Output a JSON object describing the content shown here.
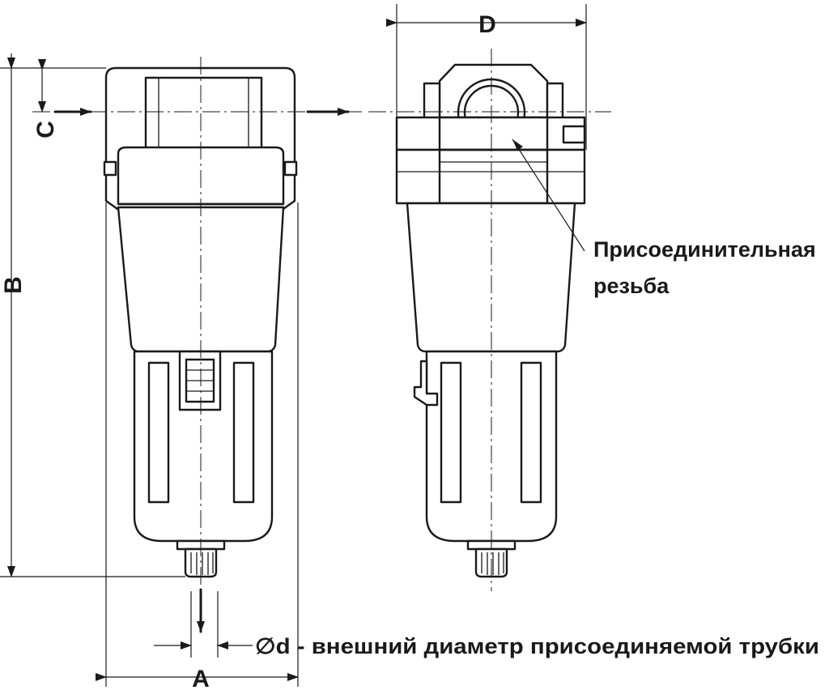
{
  "dimensions": {
    "a": "A",
    "b": "B",
    "c": "C",
    "d": "D"
  },
  "labels": {
    "thread_line1": "Присоединительная",
    "thread_line2": "резьба",
    "tube_note": "∅d - внешний диаметр присоединяемой трубки"
  }
}
